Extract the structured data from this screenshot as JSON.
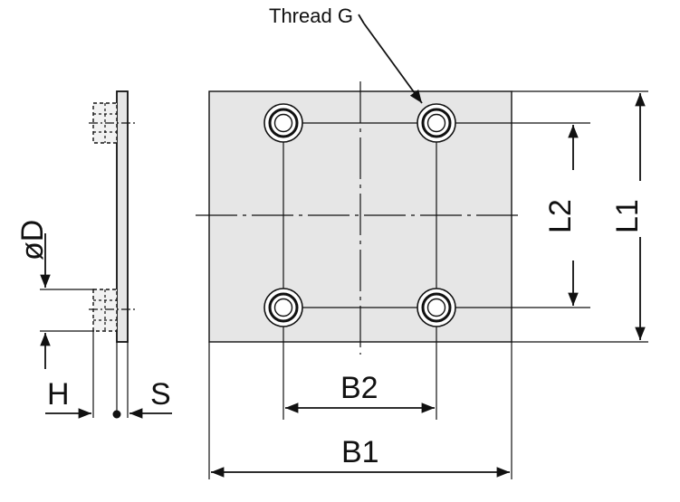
{
  "labels": {
    "thread": "Thread G",
    "diameter": "øD",
    "h": "H",
    "s": "S",
    "b1": "B1",
    "b2": "B2",
    "l1": "L1",
    "l2": "L2"
  },
  "colors": {
    "plate_fill": "#e6e6e6",
    "line": "#111111",
    "background": "#ffffff"
  }
}
